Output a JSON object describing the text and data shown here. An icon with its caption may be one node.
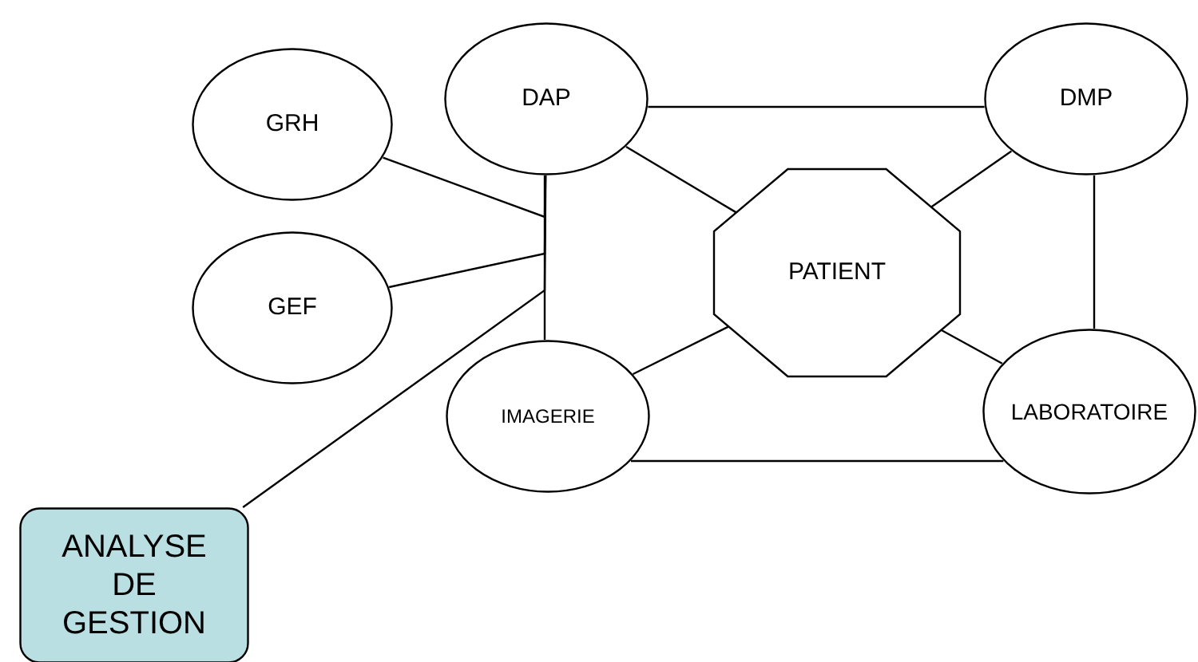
{
  "diagram": {
    "nodes": [
      {
        "text": [
          "GRH"
        ]
      },
      {
        "text": [
          "DAP"
        ]
      },
      {
        "text": [
          "DMP"
        ]
      },
      {
        "text": [
          "GEF"
        ]
      },
      {
        "text": [
          "PATIENT"
        ]
      },
      {
        "text": [
          "IMAGERIE"
        ]
      },
      {
        "text": [
          "LABORATOIRE"
        ]
      },
      {
        "text": [
          "ANALYSE DE GESTION"
        ]
      }
    ],
    "edges": [
      {
        "from": 1,
        "to": 2,
        "arrow": "none"
      },
      {
        "from": 0,
        "to": 1,
        "arrow": "none"
      },
      {
        "from": 3,
        "to": 1,
        "arrow": "none"
      },
      {
        "from": 7,
        "to": 1,
        "arrow": "none"
      },
      {
        "from": 1,
        "to": 5,
        "arrow": "none"
      },
      {
        "from": 1,
        "to": 4,
        "arrow": "none"
      },
      {
        "from": 2,
        "to": 4,
        "arrow": "none"
      },
      {
        "from": 2,
        "to": 6,
        "arrow": "none"
      },
      {
        "from": 4,
        "to": 6,
        "arrow": "none"
      },
      {
        "from": 4,
        "to": 5,
        "arrow": "none"
      },
      {
        "from": 5,
        "to": 6,
        "arrow": "none"
      }
    ]
  }
}
